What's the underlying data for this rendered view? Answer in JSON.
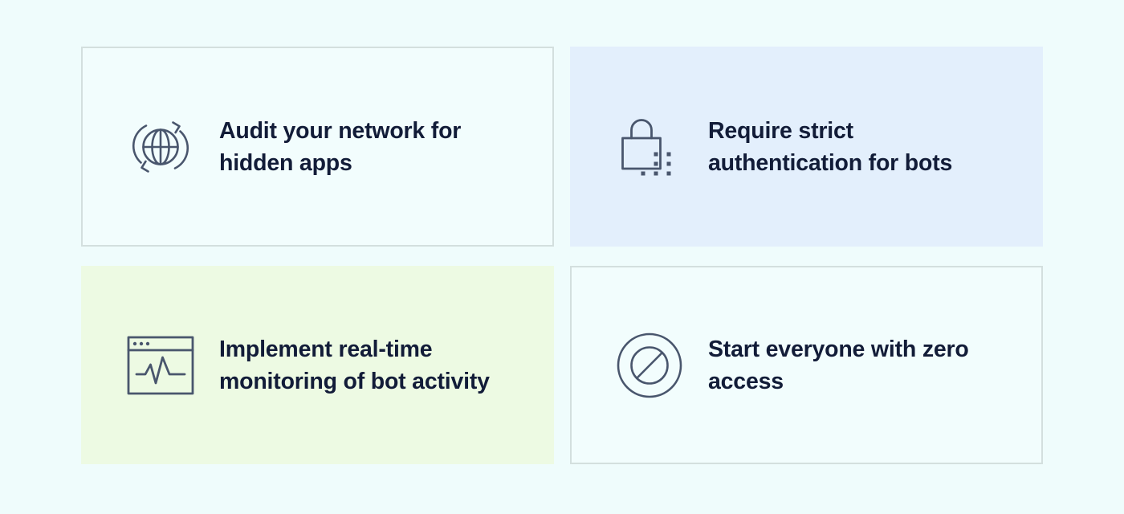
{
  "page": {
    "background_color": "#effcfc",
    "text_color": "#121c38",
    "icon_stroke_color": "#49566d",
    "outline_color": "#d3dfde"
  },
  "cards": [
    {
      "id": "audit-network",
      "label": "Audit your network for hidden apps",
      "icon": "globe-refresh-icon",
      "background_color": "#f2fdfd",
      "border_color": "#d3dfde",
      "style": "outlined",
      "position": "row-1-col-1"
    },
    {
      "id": "require-authentication",
      "label": "Require strict authentication for bots",
      "icon": "lock-dots-icon",
      "background_color": "#e3effc",
      "border_color": "none",
      "style": "blue",
      "position": "row-1-col-2"
    },
    {
      "id": "realtime-monitoring",
      "label": "Implement real-time monitoring of bot activity",
      "icon": "browser-waveform-icon",
      "background_color": "#edfae3",
      "border_color": "none",
      "style": "green",
      "position": "row-2-col-1"
    },
    {
      "id": "zero-access",
      "label": "Start everyone with zero access",
      "icon": "no-access-icon",
      "background_color": "#f2fdfd",
      "border_color": "#d3dfde",
      "style": "outlined",
      "position": "row-2-col-2"
    }
  ]
}
